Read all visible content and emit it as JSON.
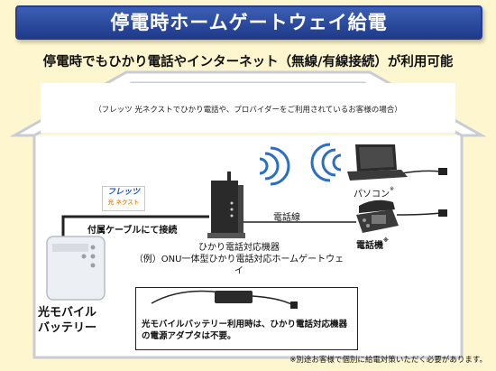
{
  "title": "停電時ホームゲートウェイ給電",
  "subtitle": "停電時でもひかり電話やインターネット（無線/有線接続）が利用可能",
  "house_note": "（フレッツ 光ネクストでひかり電話や、プロバイダーをご利用されているお客様の場合）",
  "labels": {
    "pc": "パソコン",
    "pc_mark": "※",
    "phone": "電話機",
    "phone_mark": "※",
    "phone_line": "電話線",
    "cable": "付属ケーブルにて接続",
    "device_line1": "ひかり電話対応機器",
    "device_line2": "（例）ONU一体型ひかり電話対応ホームゲートウェイ",
    "battery_line1": "光モバイル",
    "battery_line2": "バッテリー"
  },
  "flets_logo": {
    "top": "フレッツ",
    "bottom": "光 ネクスト"
  },
  "adapter_note": "光モバイルバッテリー利用時は、ひかり電話対応機器の電源アダプタは不要。",
  "footnote": "※別途お客様で個別に給電対策いただく必要があります。",
  "icons": [
    "wifi-icon",
    "laptop-icon",
    "telephone-icon",
    "gateway-device-icon",
    "battery-icon",
    "power-adapter-icon"
  ],
  "colors": {
    "background": "#fdf6cf",
    "title_bar": "#1f3a8a",
    "house_outline": "#c9ccd4",
    "signal": "#2a6fc4",
    "flets_blue": "#1c57b5",
    "flets_orange": "#f08a12"
  }
}
